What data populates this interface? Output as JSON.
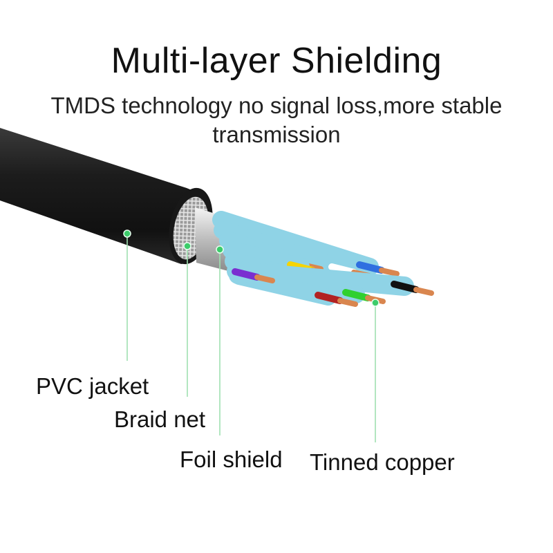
{
  "title": "Multi-layer Shielding",
  "subtitle": "TMDS technology no signal loss,more stable transmission",
  "labels": {
    "pvc_jacket": "PVC jacket",
    "braid_net": "Braid net",
    "foil_shield": "Foil shield",
    "tinned_copper": "Tinned copper"
  },
  "colors": {
    "leader_line": "#9fe0b0",
    "leader_dot": "#3ccc6a",
    "jacket": "#1f1f1f",
    "foil": "#8fd3e6",
    "copper": "#d9864f"
  },
  "wire_colors": [
    "#e02020",
    "#f6d400",
    "#f08a00",
    "#2f6fe0",
    "#2fd02f",
    "#7a2fd0",
    "#111111",
    "#ffffff",
    "#b22222"
  ]
}
